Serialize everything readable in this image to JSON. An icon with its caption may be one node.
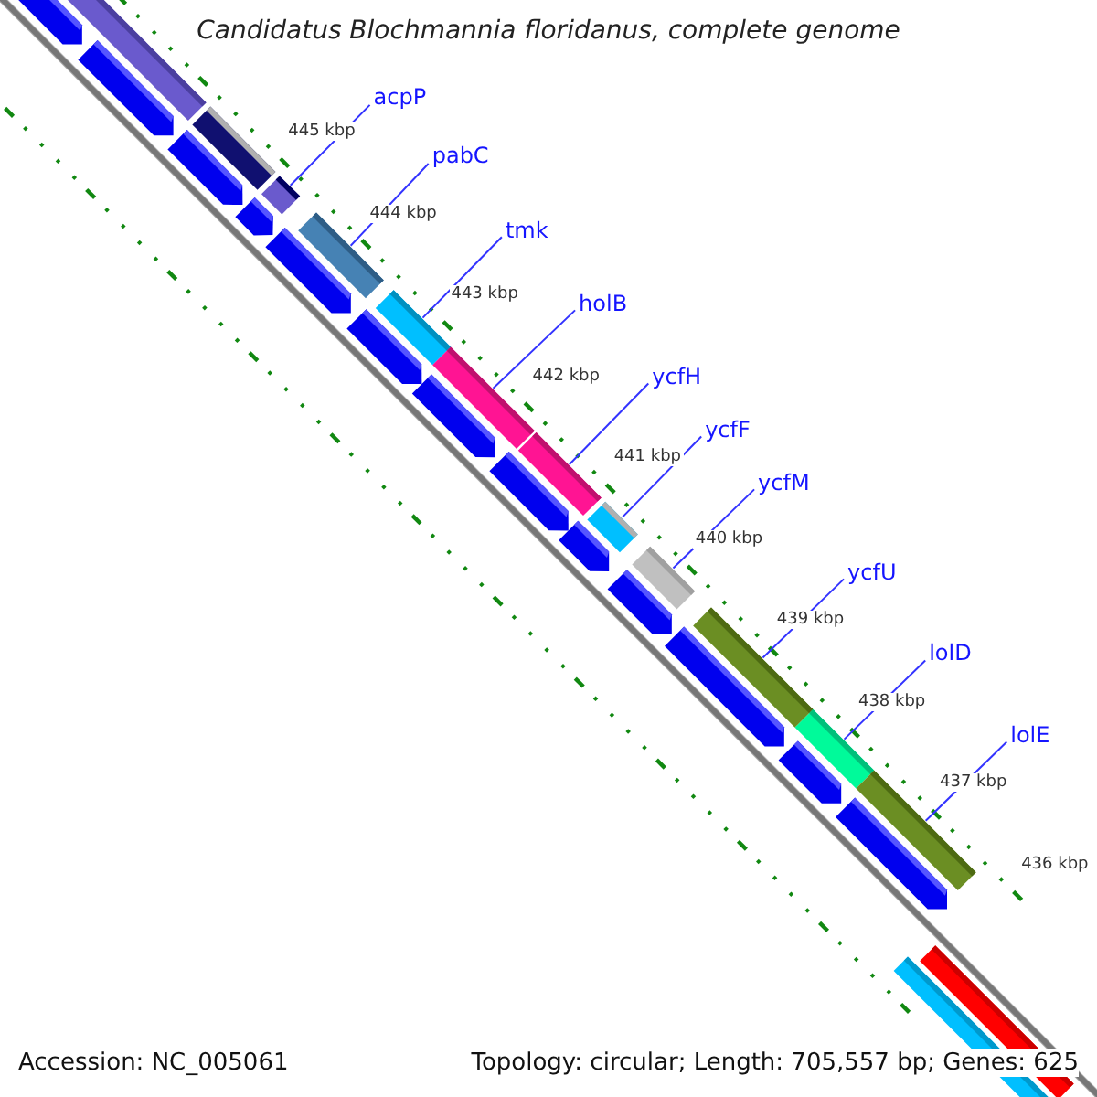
{
  "diagram": {
    "title": "Candidatus Blochmannia floridanus, complete genome",
    "nodes": [
      {
        "text": [
          "acpP"
        ]
      },
      {
        "text": [
          "pabC"
        ]
      },
      {
        "text": [
          "tmk"
        ]
      },
      {
        "text": [
          "holB"
        ]
      },
      {
        "text": [
          "ycfH"
        ]
      },
      {
        "text": [
          "ycfF"
        ]
      },
      {
        "text": [
          "ycfM"
        ]
      },
      {
        "text": [
          "ycfU"
        ]
      },
      {
        "text": [
          "lolD"
        ]
      },
      {
        "text": [
          "lolE"
        ]
      },
      {
        "text": [],
        "shape": "bar"
      },
      {
        "text": [],
        "shape": "bar"
      },
      {
        "text": [],
        "shape": "bar"
      },
      {
        "text": [],
        "shape": "bar"
      },
      {
        "text": [],
        "shape": "bar"
      },
      {
        "text": [],
        "shape": "bar"
      },
      {
        "text": [],
        "shape": "bar"
      },
      {
        "text": [],
        "shape": "bar"
      },
      {
        "text": [],
        "shape": "bar"
      },
      {
        "text": [],
        "shape": "bar"
      }
    ],
    "edges": [
      {
        "from": 0,
        "to": 10,
        "arrow": "none"
      },
      {
        "from": 1,
        "to": 11,
        "arrow": "none"
      },
      {
        "from": 2,
        "to": 12,
        "arrow": "none"
      },
      {
        "from": 3,
        "to": 13,
        "arrow": "none"
      },
      {
        "from": 4,
        "to": 14,
        "arrow": "none"
      },
      {
        "from": 5,
        "to": 15,
        "arrow": "none"
      },
      {
        "from": 6,
        "to": 16,
        "arrow": "none"
      },
      {
        "from": 7,
        "to": 17,
        "arrow": "none"
      },
      {
        "from": 8,
        "to": 18,
        "arrow": "none"
      },
      {
        "from": 9,
        "to": 19,
        "arrow": "none"
      }
    ],
    "labels": [
      "445 kbp",
      "444 kbp",
      "443 kbp",
      "442 kbp",
      "441 kbp",
      "440 kbp",
      "439 kbp",
      "438 kbp",
      "437 kbp",
      "436 kbp",
      "Accession: NC_005061",
      "Topology: circular; Length: 705,557 bp; Genes: 625"
    ]
  }
}
